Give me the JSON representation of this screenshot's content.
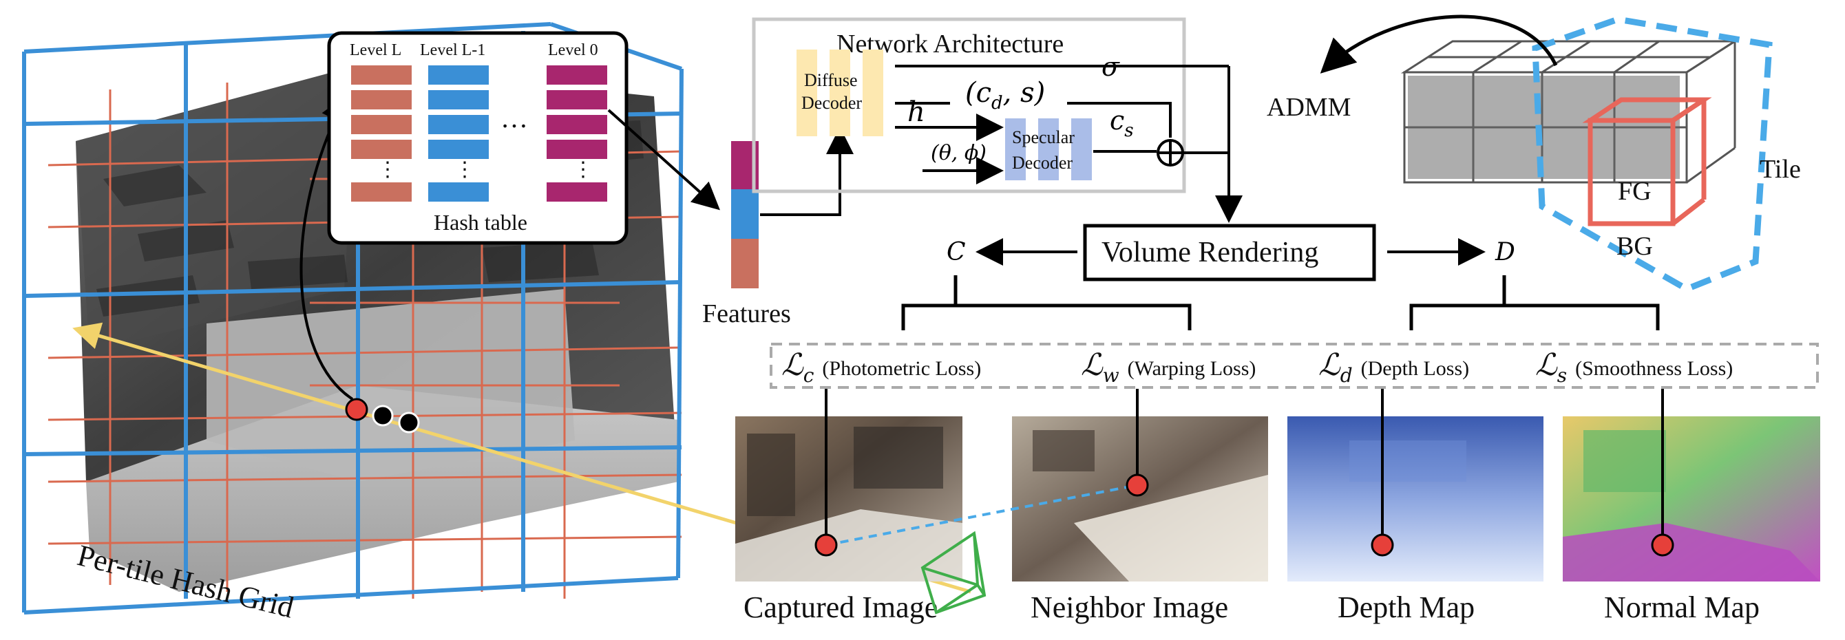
{
  "hash_grid": {
    "label": "Per-tile Hash Grid",
    "hash_table": {
      "title": "Hash table",
      "level_labels": [
        "Level L",
        "Level L-1",
        "Level 0"
      ],
      "ellipsis": "…",
      "vdots": "⋮"
    }
  },
  "features_label": "Features",
  "network": {
    "title": "Network Architecture",
    "diffuse_decoder": [
      "Diffuse",
      "Decoder"
    ],
    "specular_decoder": [
      "Specular",
      "Decoder"
    ],
    "sigma": "σ",
    "cd_s": "(c",
    "cd_sub": "d",
    "cd_tail": ", s)",
    "h": "h",
    "theta_phi": "(θ, ϕ)",
    "cs": "c",
    "cs_sub": "s",
    "sum_symbol": "⊕"
  },
  "volume_rendering": "Volume Rendering",
  "outputs": {
    "color": "C",
    "depth": "D"
  },
  "losses": [
    {
      "symbol": "ℒ",
      "sub": "c",
      "text": "(Photometric Loss)"
    },
    {
      "symbol": "ℒ",
      "sub": "w",
      "text": "(Warping Loss)"
    },
    {
      "symbol": "ℒ",
      "sub": "d",
      "text": "(Depth Loss)"
    },
    {
      "symbol": "ℒ",
      "sub": "s",
      "text": "(Smoothness Loss)"
    }
  ],
  "images": [
    {
      "label": "Captured Image"
    },
    {
      "label": "Neighbor Image"
    },
    {
      "label": "Depth Map"
    },
    {
      "label": "Normal Map"
    }
  ],
  "tiles": {
    "admm": "ADMM",
    "tile": "Tile",
    "fg": "FG",
    "bg": "BG"
  },
  "colors": {
    "grid_blue": "#3a8fd6",
    "grid_red": "#d9694f",
    "hash_red": "#c9705f",
    "hash_blue": "#3a8fd6",
    "hash_magenta": "#a8266e",
    "decoder_yellow": "#fde8b0",
    "decoder_blue": "#aabde8",
    "ray_yellow": "#f2d36b",
    "dashed_blue": "#4aaae8",
    "fg_red": "#e8665a",
    "dot_red": "#e6403a"
  }
}
